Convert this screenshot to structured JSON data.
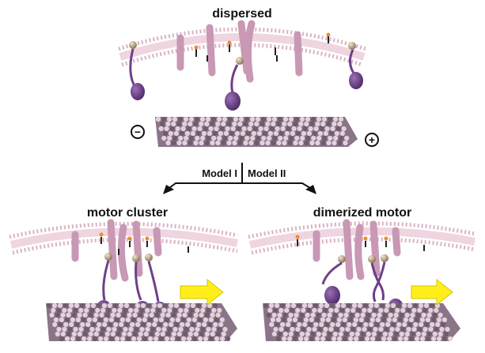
{
  "top": {
    "title": "dispersed"
  },
  "branch": {
    "left_label": "Model I",
    "right_label": "Model II"
  },
  "polarity": {
    "minus": "−",
    "plus": "+"
  },
  "bottom_left": {
    "title": "motor cluster"
  },
  "bottom_right": {
    "title": "dimerized motor"
  },
  "colors": {
    "membrane_head": "#e7c9d4",
    "membrane_head_edge": "#c79bb0",
    "membrane_tail": "#efd5e0",
    "protein": "#c898b4",
    "motor": "#6e3f8a",
    "motor_dark": "#4e2a66",
    "microtubule_dark": "#6f5b6c",
    "microtubule_light": "#e2d2dc",
    "anchor": "#b8a080",
    "arrow_fill": "#ffee1a",
    "arrow_edge": "#d8c400",
    "lipid_orange": "#f28a2c"
  },
  "icons": {
    "direction_arrow": "yellow-arrow-icon",
    "minus_end": "minus-circle-icon",
    "plus_end": "plus-circle-icon"
  }
}
